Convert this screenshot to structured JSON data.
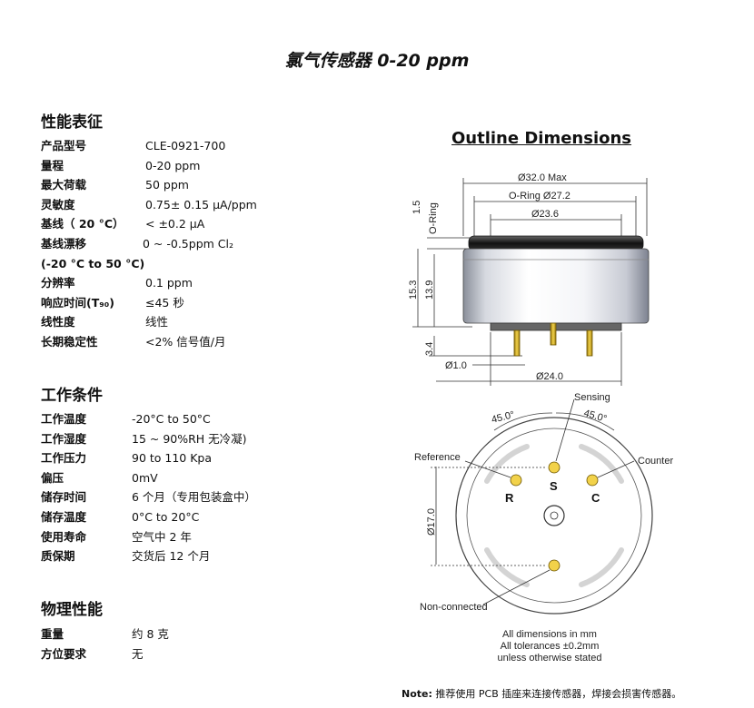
{
  "title": "氯气传感器 0-20 ppm",
  "performance": {
    "heading": "性能表征",
    "rows": [
      {
        "label": "产品型号",
        "value": "CLE-0921-700"
      },
      {
        "label": "量程",
        "value": "0-20 ppm"
      },
      {
        "label": "最大荷载",
        "value": "50 ppm"
      },
      {
        "label": "灵敏度",
        "value": "0.75± 0.15 µA/ppm"
      },
      {
        "label": "基线（ 20 °C）",
        "value": "<  ±0.2 µA"
      },
      {
        "label": "基线漂移",
        "value": "0 ~ -0.5ppm Cl₂"
      },
      {
        "label": "(-20 °C to 50 °C)",
        "value": ""
      },
      {
        "label": "分辨率",
        "value": "0.1 ppm"
      },
      {
        "label": "响应时间(T₉₀)",
        "value": "≤45 秒"
      },
      {
        "label": "线性度",
        "value": "线性"
      },
      {
        "label": "长期稳定性",
        "value": "<2% 信号值/月"
      }
    ]
  },
  "conditions": {
    "heading": "工作条件",
    "rows": [
      {
        "label": "工作温度",
        "value": "-20°C to 50°C"
      },
      {
        "label": "工作湿度",
        "value": "15 ~ 90%RH 无冷凝)"
      },
      {
        "label": "工作压力",
        "value": "90 to 110 Kpa"
      },
      {
        "label": "偏压",
        "value": "0mV"
      },
      {
        "label": "储存时间",
        "value": "6 个月（专用包装盒中）"
      },
      {
        "label": "储存温度",
        "value": "0°C to 20°C"
      },
      {
        "label": "使用寿命",
        "value": "空气中 2 年"
      },
      {
        "label": "质保期",
        "value": "交货后 12 个月"
      }
    ]
  },
  "physical": {
    "heading": "物理性能",
    "rows": [
      {
        "label": "重量",
        "value": "约 8 克"
      },
      {
        "label": "方位要求",
        "value": "无"
      }
    ]
  },
  "drawing": {
    "title": "Outline Dimensions",
    "dim_32": "Ø32.0 Max",
    "dim_oring": "O-Ring Ø27.2",
    "dim_236": "Ø23.6",
    "dim_15": "1.5",
    "oring_label": "O-Ring",
    "dim_153": "15.3",
    "dim_139": "13.9",
    "dim_34": "3.4",
    "dim_10": "Ø1.0",
    "dim_240": "Ø24.0",
    "sensing": "Sensing",
    "counter": "Counter",
    "reference": "Reference",
    "non_connected": "Non-connected",
    "angle_left": "45.0°",
    "angle_right": "45.0°",
    "dim_170": "Ø17.0",
    "pin_r": "R",
    "pin_s": "S",
    "pin_c": "C",
    "tol_1": "All dimensions in mm",
    "tol_2": "All tolerances ±0.2mm",
    "tol_3": "unless otherwise stated"
  },
  "note": {
    "label": "Note:",
    "text": " 推荐使用 PCB 插座来连接传感器，焊接会损害传感器。"
  }
}
